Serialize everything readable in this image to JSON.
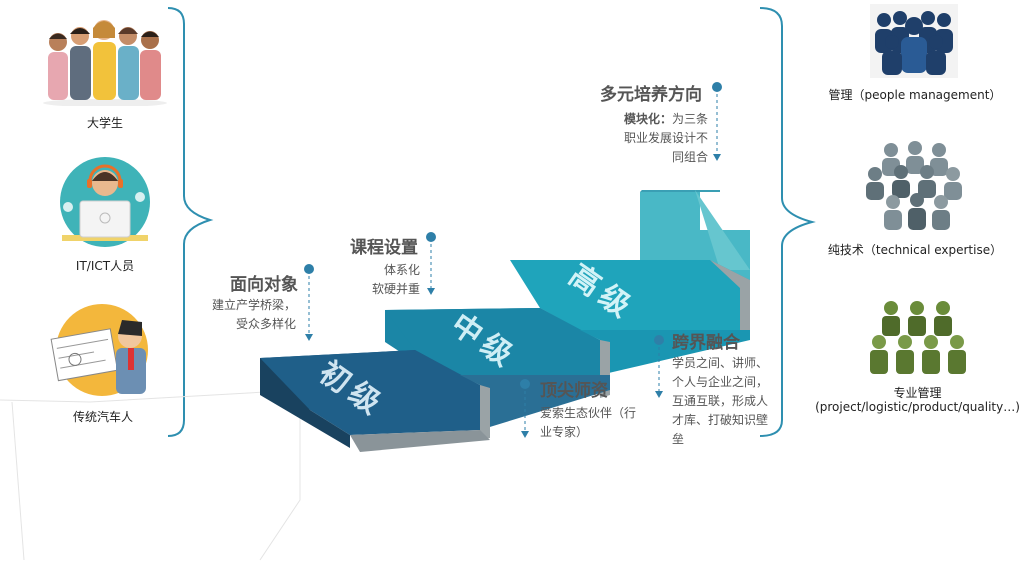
{
  "left_audience": {
    "items": [
      {
        "label": "大学生"
      },
      {
        "label": "IT/ICT人员"
      },
      {
        "label": "传统汽车人"
      }
    ]
  },
  "stairs": {
    "steps": [
      {
        "label": "初级"
      },
      {
        "label": "中级"
      },
      {
        "label": "高级"
      }
    ]
  },
  "annotations": {
    "target": {
      "title": "面向对象",
      "lines": [
        "建立产学桥梁，",
        "受众多样化"
      ]
    },
    "curriculum": {
      "title": "课程设置",
      "lines": [
        "体系化",
        "软硬并重"
      ]
    },
    "teachers": {
      "title": "顶尖师资",
      "lines": [
        "爱索生态伙伴（行",
        "业专家）"
      ]
    },
    "crossover": {
      "title": "跨界融合",
      "lines": [
        "学员之间、讲师、",
        "个人与企业之间，",
        "互通互联，形成人",
        "才库、打破知识壁",
        "垒"
      ]
    },
    "direction": {
      "title": "多元培养方向",
      "bold": "模块化：",
      "lines": [
        "为三条",
        "职业发展设计不",
        "同组合"
      ]
    }
  },
  "right_tracks": {
    "items": [
      {
        "label": "管理（people management）"
      },
      {
        "label": "纯技术（technical expertise）"
      },
      {
        "label": "专业管理",
        "sublabel": "(project/logistic/product/quality…)"
      }
    ]
  },
  "colors": {
    "step_low": "#1f5f89",
    "step_mid": "#1b86a6",
    "step_high": "#1fa4bb",
    "bracket": "#2e8fb0",
    "dot": "#2e7fa8",
    "navy_people": "#1f3f6a",
    "grey_people": "#6d7e86",
    "olive_people": "#6a8c3a"
  }
}
